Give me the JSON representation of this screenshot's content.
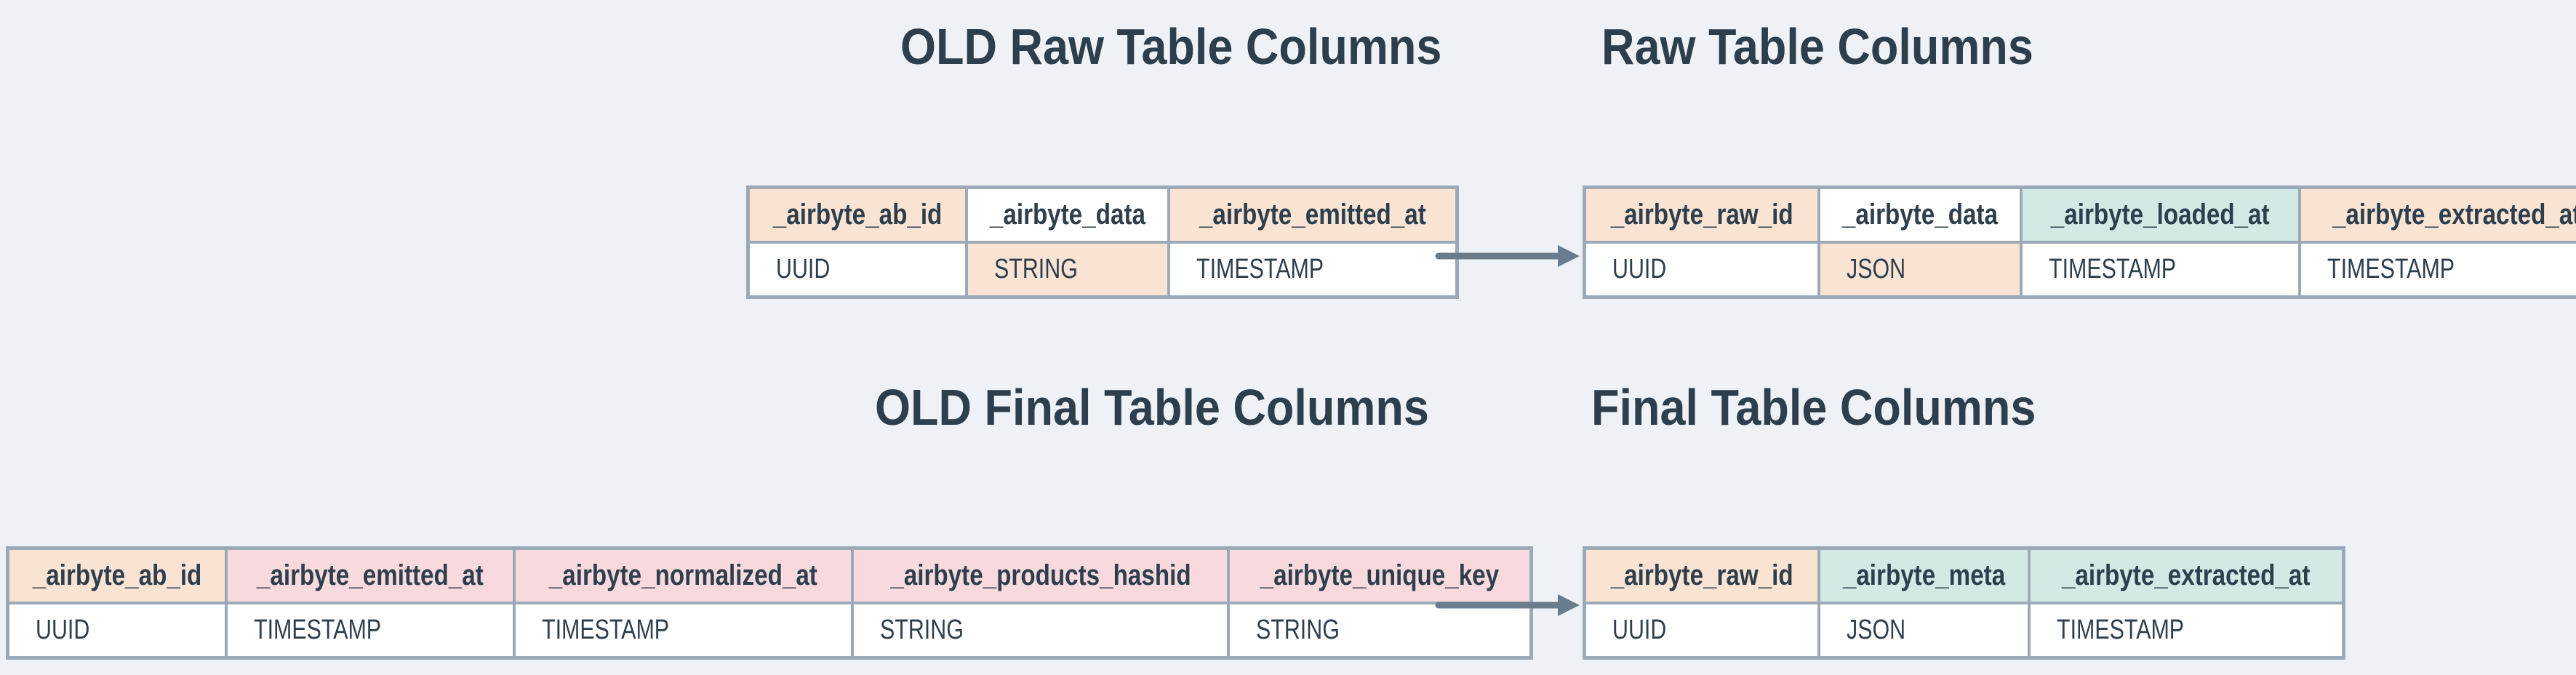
{
  "colors": {
    "background": "#eef2f6",
    "peach": "#f9e3d3",
    "pink": "#f8dade",
    "teal": "#d2e9e5",
    "white": "#ffffff",
    "border": "#9caab8",
    "text": "#2d3e4d",
    "arrow": "#6a7c8c"
  },
  "icons": {
    "flow_arrow": "arrow-right-icon"
  },
  "sections": {
    "old_raw": {
      "title": "OLD Raw Table Columns",
      "columns": [
        {
          "name": "_airbyte_ab_id",
          "type": "UUID",
          "name_variant": "peach",
          "type_variant": "white"
        },
        {
          "name": "_airbyte_data",
          "type": "STRING",
          "name_variant": "white",
          "type_variant": "peach"
        },
        {
          "name": "_airbyte_emitted_at",
          "type": "TIMESTAMP",
          "name_variant": "peach",
          "type_variant": "white"
        }
      ]
    },
    "raw": {
      "title": "Raw Table Columns",
      "columns": [
        {
          "name": "_airbyte_raw_id",
          "type": "UUID",
          "name_variant": "peach",
          "type_variant": "white"
        },
        {
          "name": "_airbyte_data",
          "type": "JSON",
          "name_variant": "white",
          "type_variant": "peach"
        },
        {
          "name": "_airbyte_loaded_at",
          "type": "TIMESTAMP",
          "name_variant": "teal",
          "type_variant": "white"
        },
        {
          "name": "_airbyte_extracted_at",
          "type": "TIMESTAMP",
          "name_variant": "peach",
          "type_variant": "white"
        }
      ]
    },
    "old_final": {
      "title": "OLD Final Table Columns",
      "columns": [
        {
          "name": "_airbyte_ab_id",
          "type": "UUID",
          "name_variant": "peach",
          "type_variant": "white"
        },
        {
          "name": "_airbyte_emitted_at",
          "type": "TIMESTAMP",
          "name_variant": "pink",
          "type_variant": "white"
        },
        {
          "name": "_airbyte_normalized_at",
          "type": "TIMESTAMP",
          "name_variant": "pink",
          "type_variant": "white"
        },
        {
          "name": "_airbyte_products_hashid",
          "type": "STRING",
          "name_variant": "pink",
          "type_variant": "white"
        },
        {
          "name": "_airbyte_unique_key",
          "type": "STRING",
          "name_variant": "pink",
          "type_variant": "white"
        }
      ]
    },
    "final": {
      "title": "Final Table Columns",
      "columns": [
        {
          "name": "_airbyte_raw_id",
          "type": "UUID",
          "name_variant": "peach",
          "type_variant": "white"
        },
        {
          "name": "_airbyte_meta",
          "type": "JSON",
          "name_variant": "teal",
          "type_variant": "white"
        },
        {
          "name": "_airbyte_extracted_at",
          "type": "TIMESTAMP",
          "name_variant": "teal",
          "type_variant": "white"
        }
      ]
    }
  }
}
